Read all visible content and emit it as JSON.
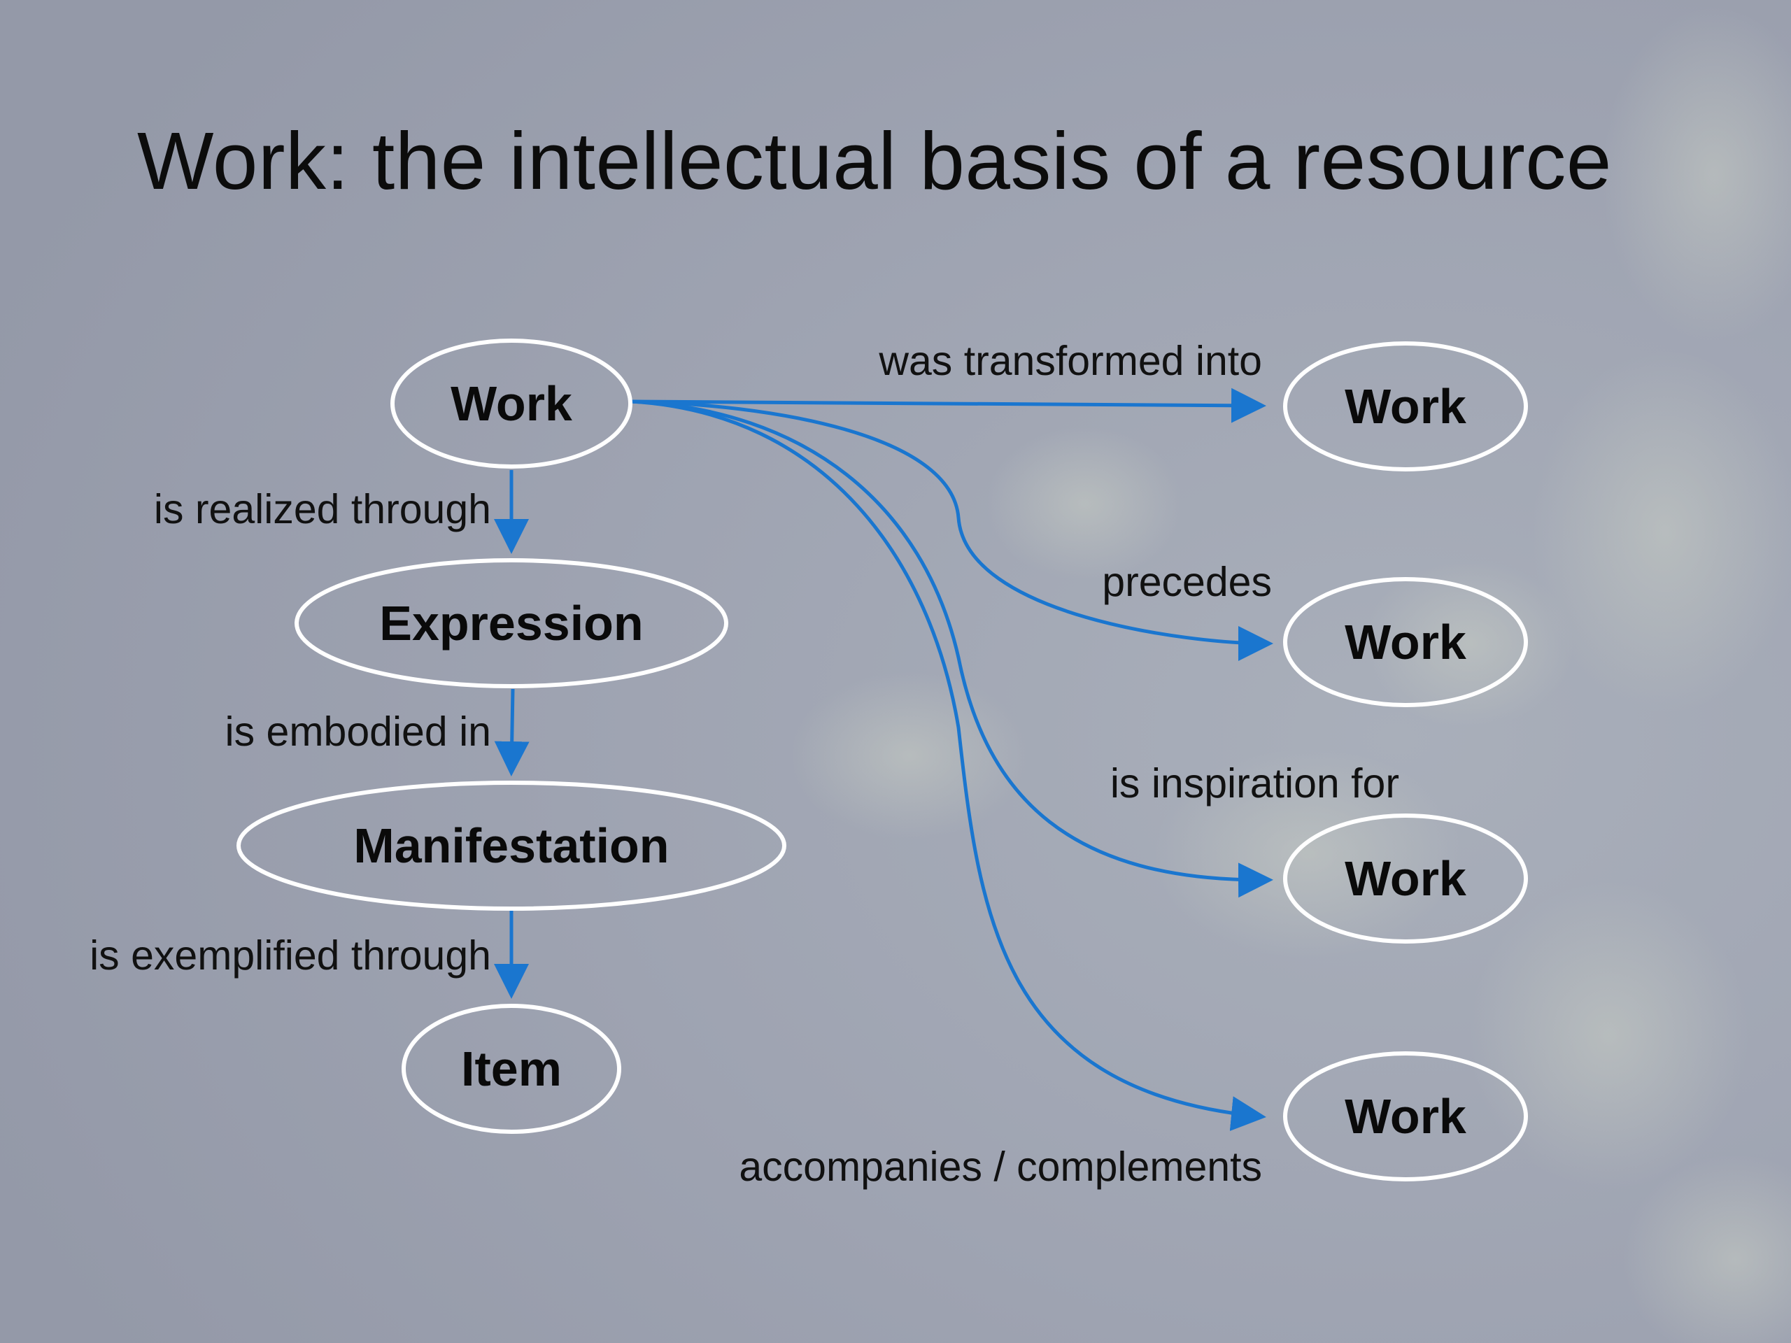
{
  "slide": {
    "title": "Work: the intellectual basis of a resource"
  },
  "colors": {
    "background": "#9ea3b1",
    "edge": "#1a76cf",
    "node_outline": "#ffffff",
    "text": "#0c0c0c"
  },
  "diagram": {
    "nodes": {
      "work_main": "Work",
      "expression": "Expression",
      "manifestation": "Manifestation",
      "item": "Item",
      "work_transformed": "Work",
      "work_preceded": "Work",
      "work_inspired": "Work",
      "work_accompanied": "Work"
    },
    "relationships": {
      "realized": "is realized through",
      "embodied": "is embodied in",
      "exemplified": "is exemplified through",
      "transformed": "was transformed into",
      "precedes": "precedes",
      "inspiration": "is inspiration for",
      "accompanies": "accompanies / complements"
    }
  }
}
